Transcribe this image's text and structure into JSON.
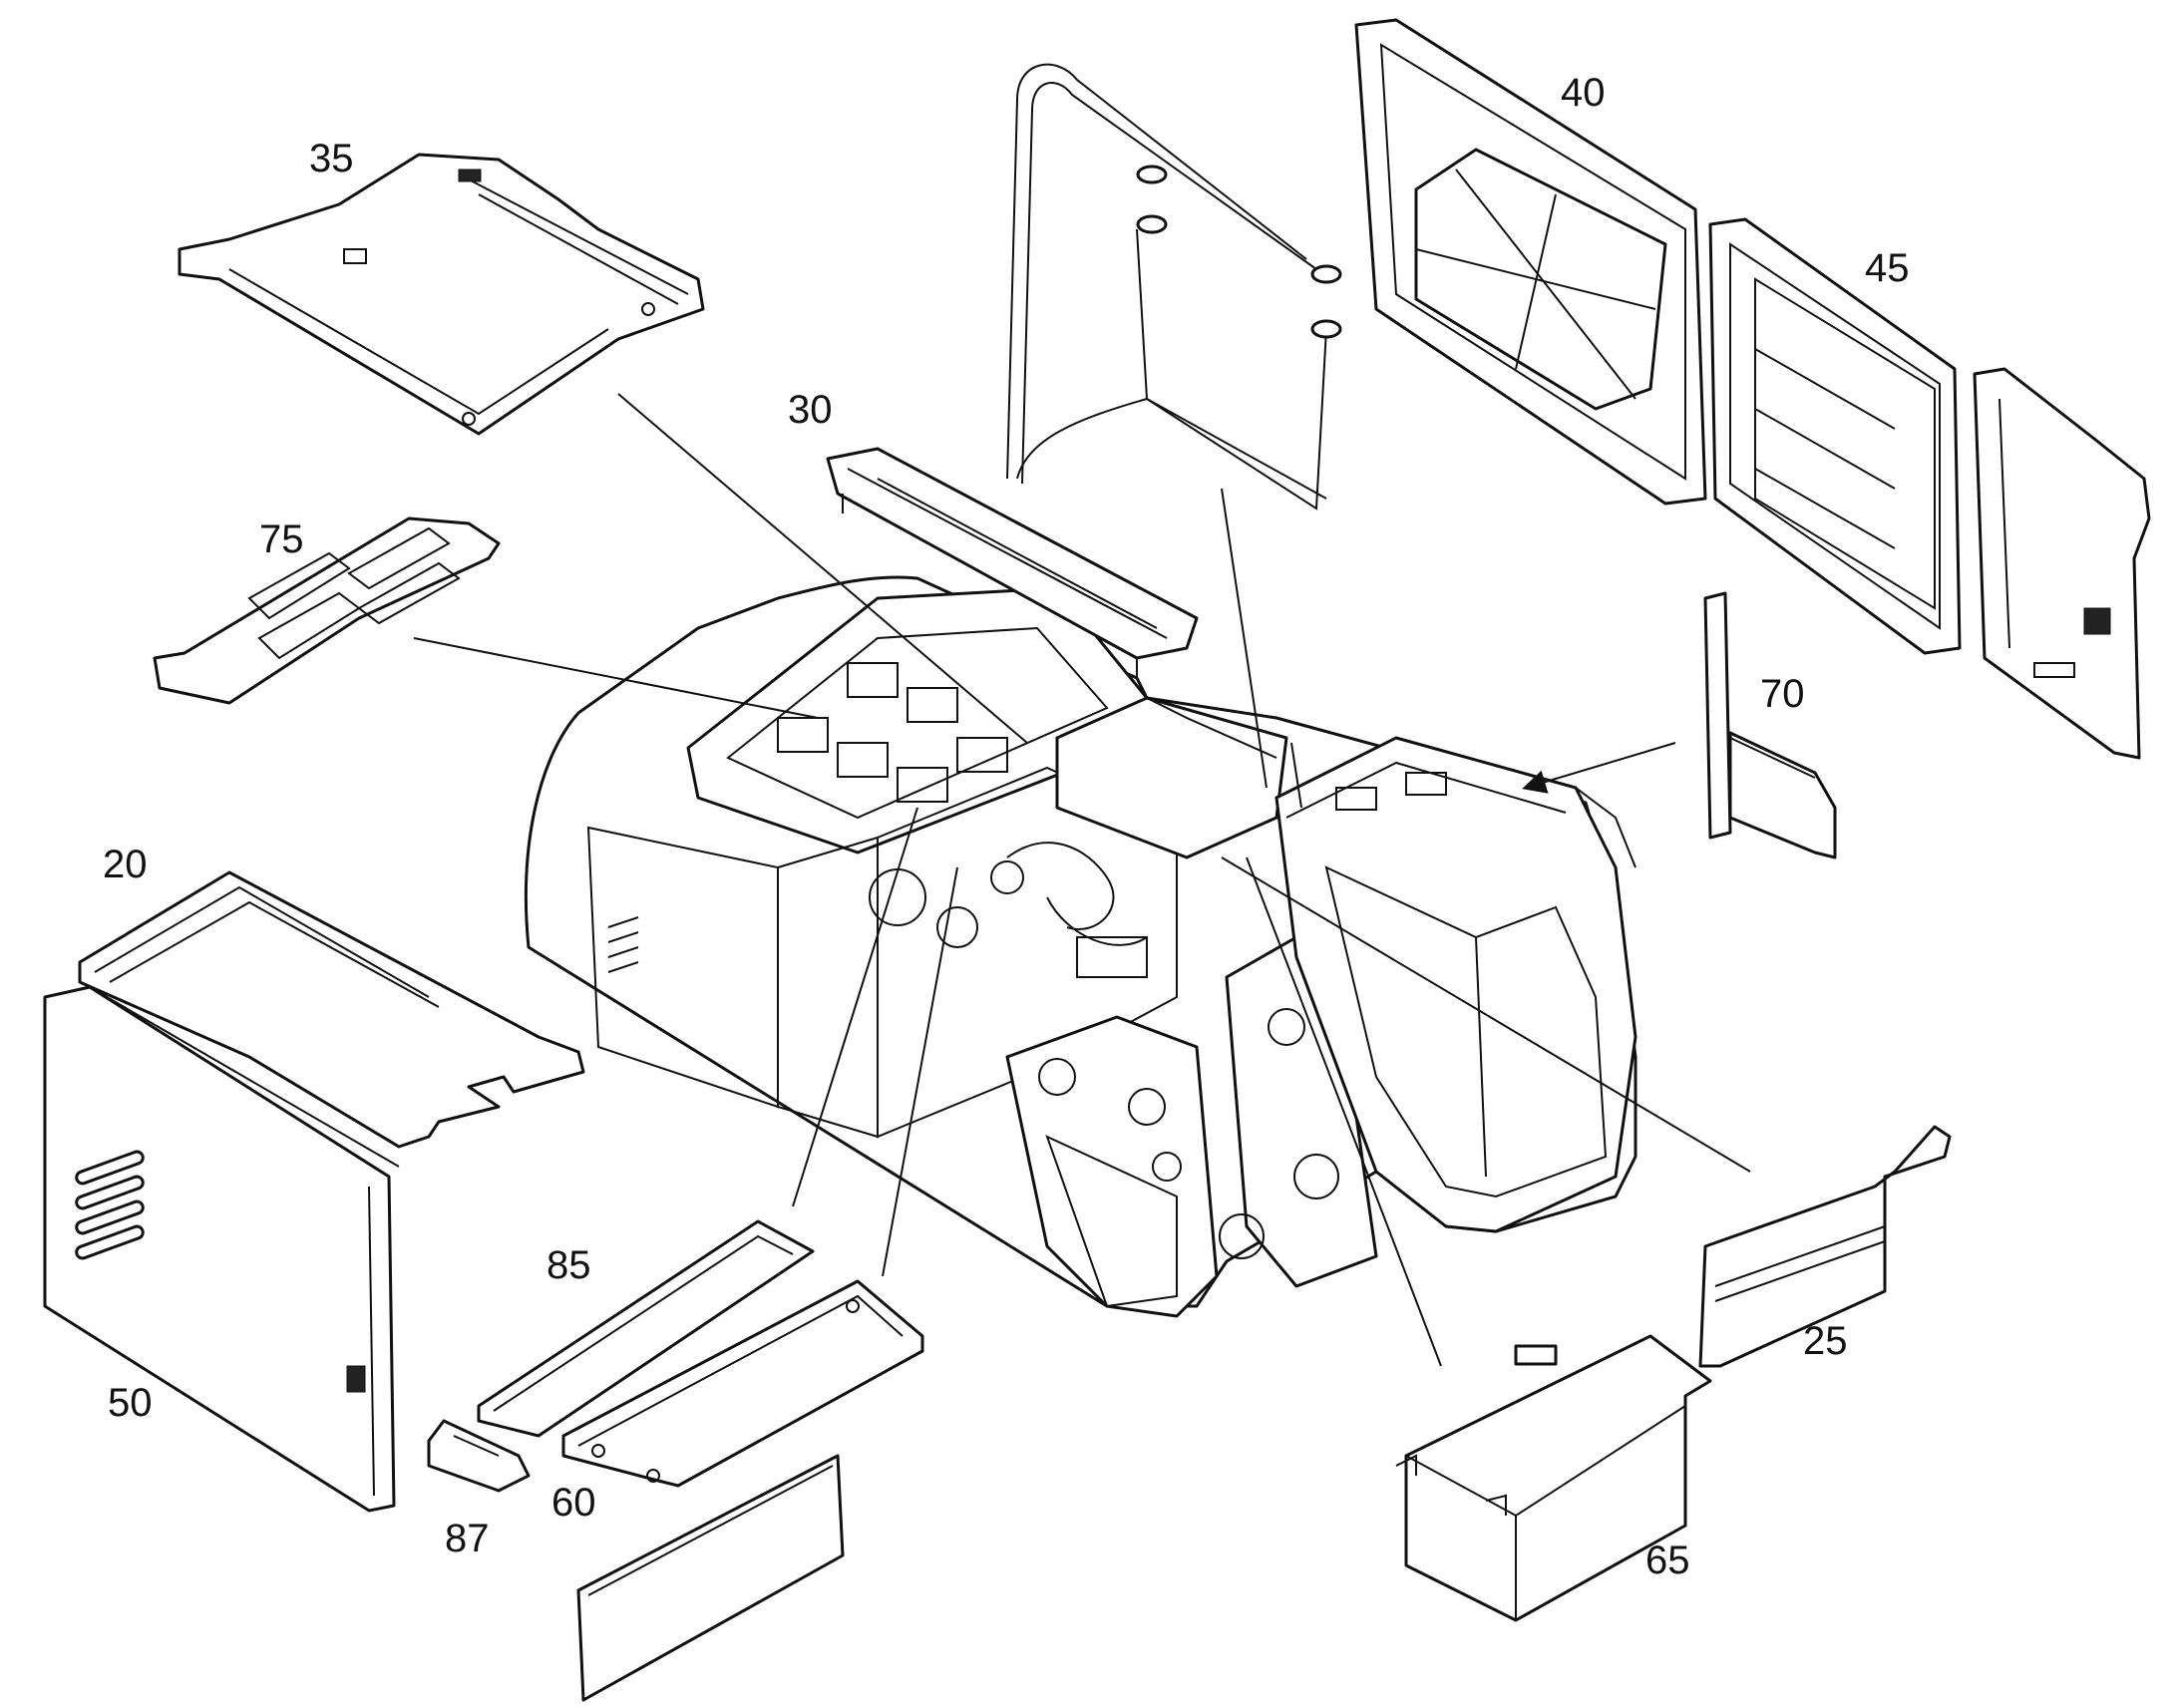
{
  "diagram": {
    "callouts": [
      {
        "key": "c20",
        "text": "20"
      },
      {
        "key": "c25",
        "text": "25"
      },
      {
        "key": "c30",
        "text": "30"
      },
      {
        "key": "c35",
        "text": "35"
      },
      {
        "key": "c40",
        "text": "40"
      },
      {
        "key": "c45",
        "text": "45"
      },
      {
        "key": "c50",
        "text": "50"
      },
      {
        "key": "c60",
        "text": "60"
      },
      {
        "key": "c65",
        "text": "65"
      },
      {
        "key": "c70",
        "text": "70"
      },
      {
        "key": "c75",
        "text": "75"
      },
      {
        "key": "c85",
        "text": "85"
      },
      {
        "key": "c87",
        "text": "87"
      }
    ],
    "colors": {
      "line": "#111111",
      "background": "#ffffff",
      "fill": "#ffffff"
    }
  }
}
